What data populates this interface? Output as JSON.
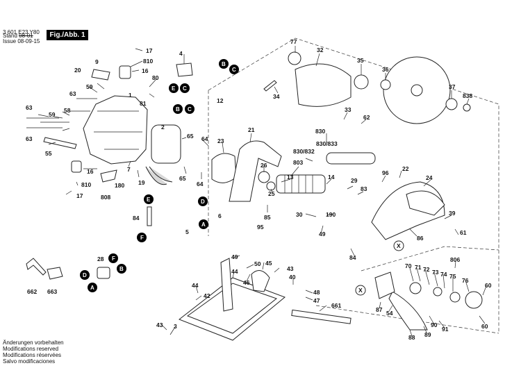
{
  "header": {
    "code": "3 601 E23 Y80",
    "stand_label": "Stand",
    "stand_value": "08-01",
    "issue_label": "Issue",
    "issue_value": "08-09-15",
    "figure_title": "Fig./Abb. 1"
  },
  "notes": [
    "Änderungen vorbehalten",
    "Modifications reserved",
    "Modifications réservées",
    "Salvo modificaciones"
  ],
  "part_labels": {
    "p17a": "17",
    "p810a": "810",
    "p16a": "16",
    "p9": "9",
    "p20": "20",
    "p59a": "59",
    "p1": "1",
    "p63a": "63",
    "p63b": "63",
    "p63c": "63",
    "p58": "58",
    "p59b": "59",
    "p55": "55",
    "p2": "2",
    "p4": "4",
    "p80": "80",
    "p81": "81",
    "p12": "12",
    "p16b": "16",
    "p810b": "810",
    "p17b": "17",
    "p7": "7",
    "p180": "180",
    "p808": "808",
    "p19": "19",
    "p65a": "65",
    "p65b": "65",
    "p64a": "64",
    "p64b": "64",
    "p23": "23",
    "p21": "21",
    "p26": "26",
    "p25": "25",
    "p85": "85",
    "p84a": "84",
    "p6": "6",
    "p5": "5",
    "p95": "95",
    "p77": "77",
    "p32": "32",
    "p34": "34",
    "p35": "35",
    "p36": "36",
    "p37": "37",
    "p838": "838",
    "p33": "33",
    "p62": "62",
    "p830": "830",
    "p830_833": "830/833",
    "p830_832": "830/832",
    "p803": "803",
    "p13": "13",
    "p14": "14",
    "p29": "29",
    "p83": "83",
    "p96": "96",
    "p22": "22",
    "p24": "24",
    "p30": "30",
    "p190": "190",
    "p49a": "49",
    "p84b": "84",
    "p86": "86",
    "p39": "39",
    "p61": "61",
    "p28": "28",
    "p662": "662",
    "p663": "663",
    "p49b": "49",
    "p50": "50",
    "p44a": "44",
    "p45": "45",
    "p43a": "43",
    "p46": "46",
    "p40": "40",
    "p48": "48",
    "p47": "47",
    "p44b": "44",
    "p42": "42",
    "p43b": "43",
    "p3": "3",
    "p661": "661",
    "p806": "806",
    "p70": "70",
    "p71": "71",
    "p72": "72",
    "p73": "73",
    "p74": "74",
    "p75": "75",
    "p76": "76",
    "p60a": "60",
    "p60b": "60",
    "p87": "87",
    "p54": "54",
    "p90": "90",
    "p91": "91",
    "p88": "88",
    "p89": "89"
  },
  "bubbles": {
    "b_top_B": "B",
    "b_top_C": "C",
    "b_top_E": "E",
    "b_top_C2": "C",
    "b_cable_B": "B",
    "b_cable_C": "C",
    "b_mid_D": "D",
    "b_mid_A": "A",
    "b_mid_E": "E",
    "b_mid_F": "F",
    "b_sw_F": "F",
    "b_sw_B": "B",
    "b_sw_D": "D",
    "b_sw_A": "A"
  },
  "markers": {
    "x1": "X",
    "x2": "X"
  }
}
